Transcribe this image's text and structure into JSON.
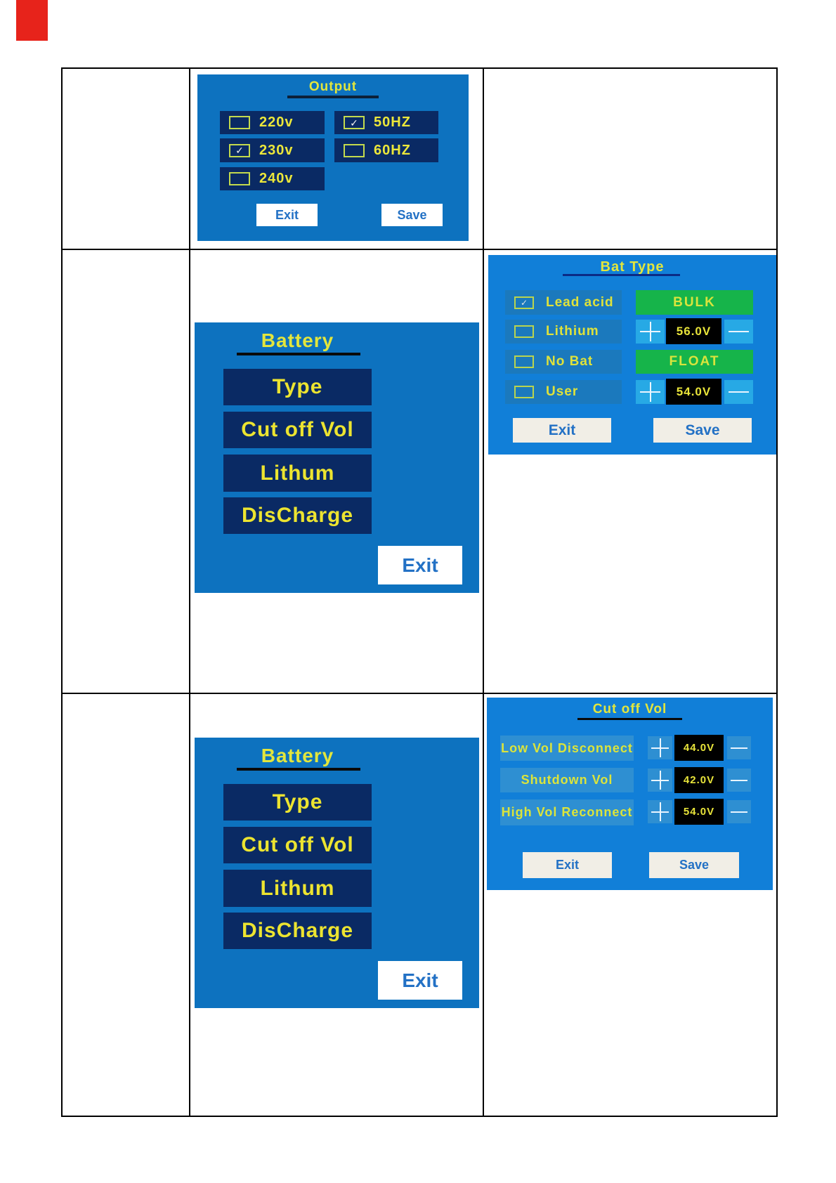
{
  "marker": {
    "color": "#e7231b"
  },
  "glyphs": {
    "check": "✓"
  },
  "output_panel": {
    "title": "Output",
    "voltage_options": [
      {
        "label": "220v",
        "checked": false
      },
      {
        "label": "230v",
        "checked": true
      },
      {
        "label": "240v",
        "checked": false
      }
    ],
    "frequency_options": [
      {
        "label": "50HZ",
        "checked": true
      },
      {
        "label": "60HZ",
        "checked": false
      }
    ],
    "exit_label": "Exit",
    "save_label": "Save"
  },
  "battery_panel": {
    "title": "Battery",
    "menu_items": [
      {
        "label": "Type"
      },
      {
        "label": "Cut off Vol"
      },
      {
        "label": "Lithum"
      },
      {
        "label": "DisCharge"
      }
    ],
    "exit_label": "Exit"
  },
  "bat_type_panel": {
    "title": "Bat Type",
    "battery_options": [
      {
        "label": "Lead acid",
        "checked": true
      },
      {
        "label": "Lithium",
        "checked": false
      },
      {
        "label": "No Bat",
        "checked": false
      },
      {
        "label": "User",
        "checked": false
      }
    ],
    "bulk_label": "BULK",
    "bulk_voltage": "56.0V",
    "float_label": "FLOAT",
    "float_voltage": "54.0V",
    "exit_label": "Exit",
    "save_label": "Save"
  },
  "cut_off_vol_panel": {
    "title": "Cut off Vol",
    "settings": [
      {
        "label": "Low Vol Disconnect",
        "value": "44.0V"
      },
      {
        "label": "Shutdown Vol",
        "value": "42.0V"
      },
      {
        "label": "High Vol Reconnect",
        "value": "54.0V"
      }
    ],
    "exit_label": "Exit",
    "save_label": "Save"
  },
  "colors": {
    "marker_red": "#e7231b",
    "panel_blue": "#0d72bf",
    "panel_blue_bright": "#117fd8",
    "button_navy": "#0a2a64",
    "text_yellow": "#e8e73e",
    "stage_green": "#16b44a",
    "stepper_blue": "#27a9e5",
    "button_cream": "#f1eee6",
    "button_text_blue": "#2371c5"
  }
}
